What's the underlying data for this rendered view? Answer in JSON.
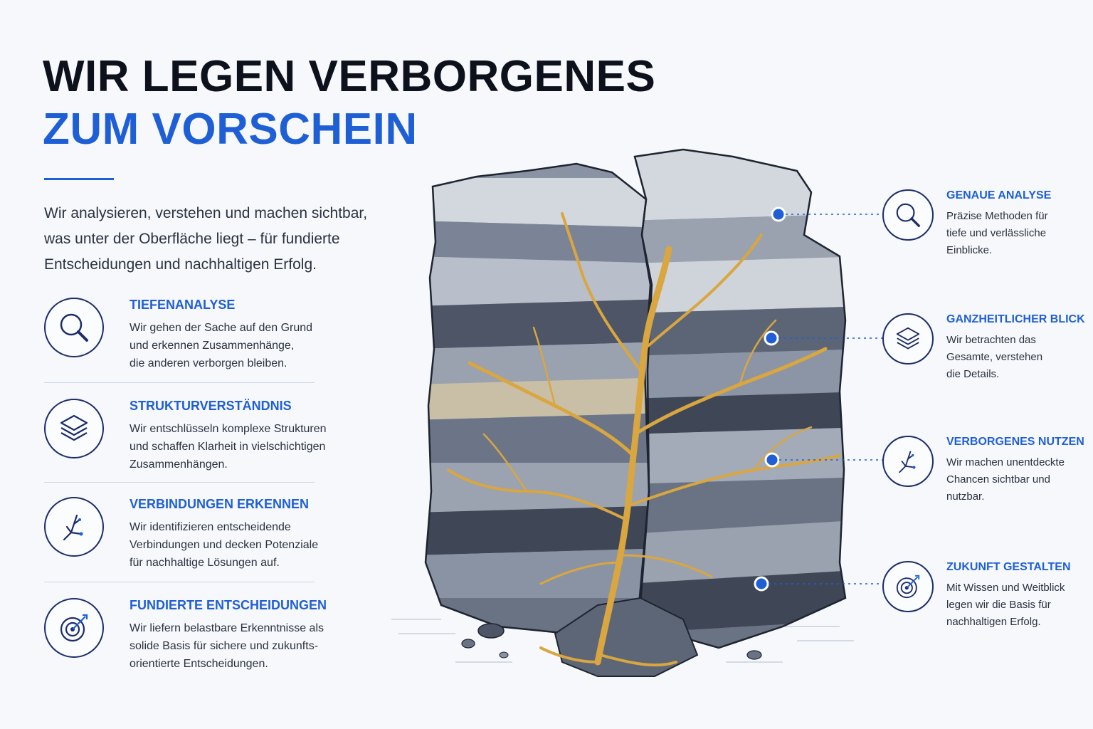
{
  "title": {
    "line1": "WIR LEGEN VERBORGENES",
    "line2": "ZUM VORSCHEIN"
  },
  "intro": {
    "line1": "Wir analysieren, verstehen und machen sichtbar,",
    "line2": "was unter der Oberfläche liegt – für fundierte",
    "line3": "Entscheidungen und nachhaltigen Erfolg."
  },
  "left_features": [
    {
      "title": "TIEFENANALYSE",
      "lines": [
        "Wir gehen der Sache auf den Grund",
        "und erkennen Zusammenhänge,",
        "die anderen verborgen bleiben."
      ],
      "icon": "magnifier-icon"
    },
    {
      "title": "STRUKTURVERSTÄNDNIS",
      "lines": [
        "Wir entschlüsseln komplexe Strukturen",
        "und schaffen Klarheit in vielschichtigen",
        "Zusammenhängen."
      ],
      "icon": "layers-icon"
    },
    {
      "title": "VERBINDUNGEN ERKENNEN",
      "lines": [
        "Wir identifizieren entscheidende",
        "Verbindungen und decken Potenziale",
        "für nachhaltige Lösungen auf."
      ],
      "icon": "branches-icon"
    },
    {
      "title": "FUNDIERTE ENTSCHEIDUNGEN",
      "lines": [
        "Wir liefern belastbare Erkenntnisse als",
        "solide Basis für sichere und zukunfts-",
        "orientierte Entscheidungen."
      ],
      "icon": "target-icon"
    }
  ],
  "right_features": [
    {
      "title": "GENAUE ANALYSE",
      "lines": [
        "Präzise Methoden für",
        "tiefe und verlässliche",
        "Einblicke."
      ],
      "icon": "magnifier-icon"
    },
    {
      "title": "GANZHEITLICHER BLICK",
      "lines": [
        "Wir betrachten das",
        "Gesamte, verstehen",
        "die Details."
      ],
      "icon": "layers-icon"
    },
    {
      "title": "VERBORGENES NUTZEN",
      "lines": [
        "Wir machen unentdeckte",
        "Chancen sichtbar und",
        "nutzbar."
      ],
      "icon": "branches-icon"
    },
    {
      "title": "ZUKUNFT GESTALTEN",
      "lines": [
        "Mit Wissen und Weitblick",
        "legen wir die Basis für",
        "nachhaltigen Erfolg."
      ],
      "icon": "target-icon"
    }
  ],
  "colors": {
    "accent": "#1f5fd6",
    "navy": "#1d2c6a",
    "gold": "#d9a640",
    "rock_dark": "#5d6677",
    "rock_light": "#c7ccd6"
  }
}
